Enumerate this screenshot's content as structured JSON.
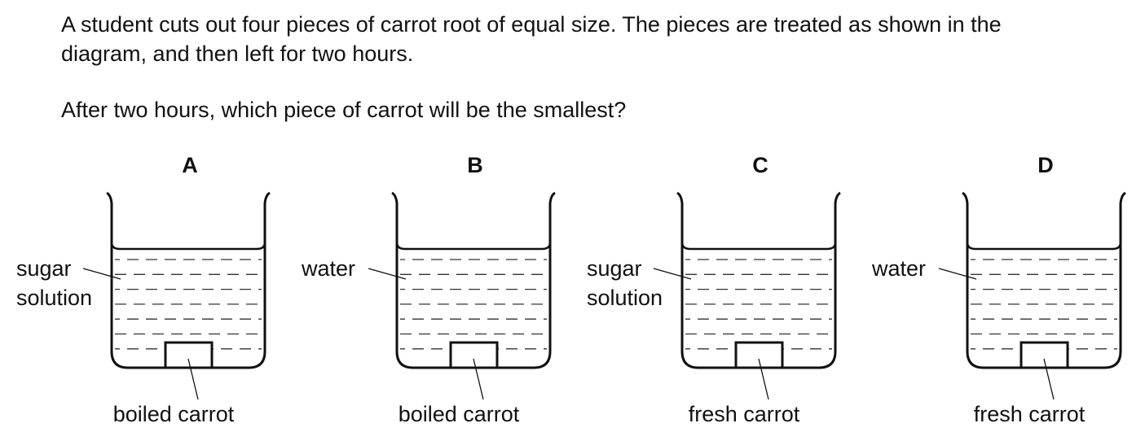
{
  "question": {
    "line1": "A student cuts out four pieces of carrot root of equal size. The pieces are treated as shown in the",
    "line2": "diagram, and then left for two hours.",
    "prompt": "After two hours, which piece of carrot will be the smallest?"
  },
  "beakers": [
    {
      "option": "A",
      "liquid_label": [
        "sugar",
        "solution"
      ],
      "carrot_label": "boiled carrot"
    },
    {
      "option": "B",
      "liquid_label": [
        "water"
      ],
      "carrot_label": "boiled carrot"
    },
    {
      "option": "C",
      "liquid_label": [
        "sugar",
        "solution"
      ],
      "carrot_label": "fresh carrot"
    },
    {
      "option": "D",
      "liquid_label": [
        "water"
      ],
      "carrot_label": "fresh carrot"
    }
  ]
}
